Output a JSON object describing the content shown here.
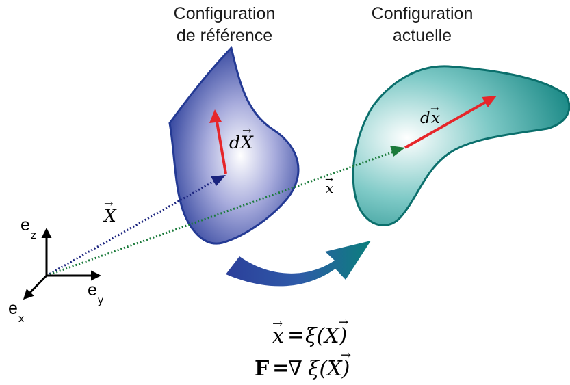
{
  "reference_config": {
    "title_line1": "Configuration",
    "title_line2": "de référence",
    "vector_label": "dX",
    "color": "#2c3f9a"
  },
  "current_config": {
    "title_line1": "Configuration",
    "title_line2": "actuelle",
    "vector_label": "dx",
    "color": "#0b7f7c"
  },
  "position_vectors": {
    "reference_label": "X",
    "current_label": "x"
  },
  "axes": {
    "z_label": "e",
    "z_sub": "z",
    "y_label": "e",
    "y_sub": "y",
    "x_label": "e",
    "x_sub": "x"
  },
  "equations": {
    "eq1_lhs": "x",
    "eq1_equals": "=",
    "eq1_rhs": "ξ(X)",
    "eq2_lhs": "F",
    "eq2_equals": "=",
    "eq2_nabla": "∇",
    "eq2_rhs": "ξ(X)"
  }
}
